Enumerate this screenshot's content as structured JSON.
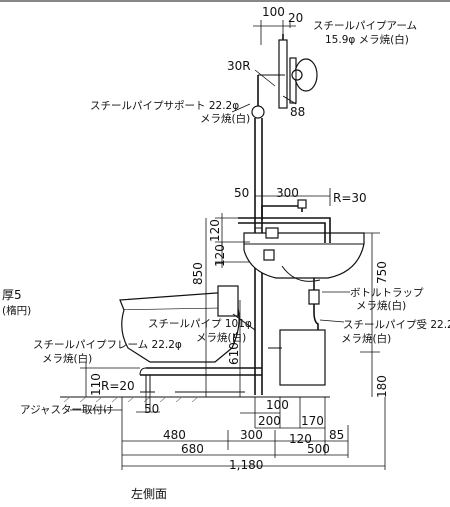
{
  "labels": {
    "arm_name": "スチールパイプアーム",
    "arm_spec": "15.9φ メラ焼(白)",
    "support_name": "スチールパイプサポート 22.2φ",
    "support_finish": "メラ焼(白)",
    "left_partial_1": "厚5",
    "left_partial_2": "(楕円)",
    "pipe_name": "スチールパイプ 101φ",
    "pipe_finish": "メラ焼(白)",
    "frame_name": "スチールパイプフレーム 22.2φ",
    "frame_finish": "メラ焼(白)",
    "trap_name": "ボトルトラップ",
    "trap_finish": "メラ焼(白)",
    "receiver_name": "スチールパイプ受 22.2",
    "receiver_finish": "メラ焼(白)",
    "adjuster": "アジャスター取付け",
    "caption": "左側面"
  },
  "dims": {
    "d100": "100",
    "d20": "20",
    "d30r": "30R",
    "d88": "88",
    "d50_top": "50",
    "d300_top": "300",
    "r30": "R=30",
    "d120": "120",
    "d120b": "120",
    "d850": "850",
    "d750": "750",
    "d610": "610~",
    "d110": "110",
    "r20": "R=20",
    "d180": "180",
    "d50_bot": "50",
    "d100_bot": "100",
    "d200": "200",
    "d170": "170",
    "d480": "480",
    "d300_bot": "300",
    "d120_bot": "120",
    "d85": "85",
    "d680": "680",
    "d500": "500",
    "d1180": "1,180"
  }
}
